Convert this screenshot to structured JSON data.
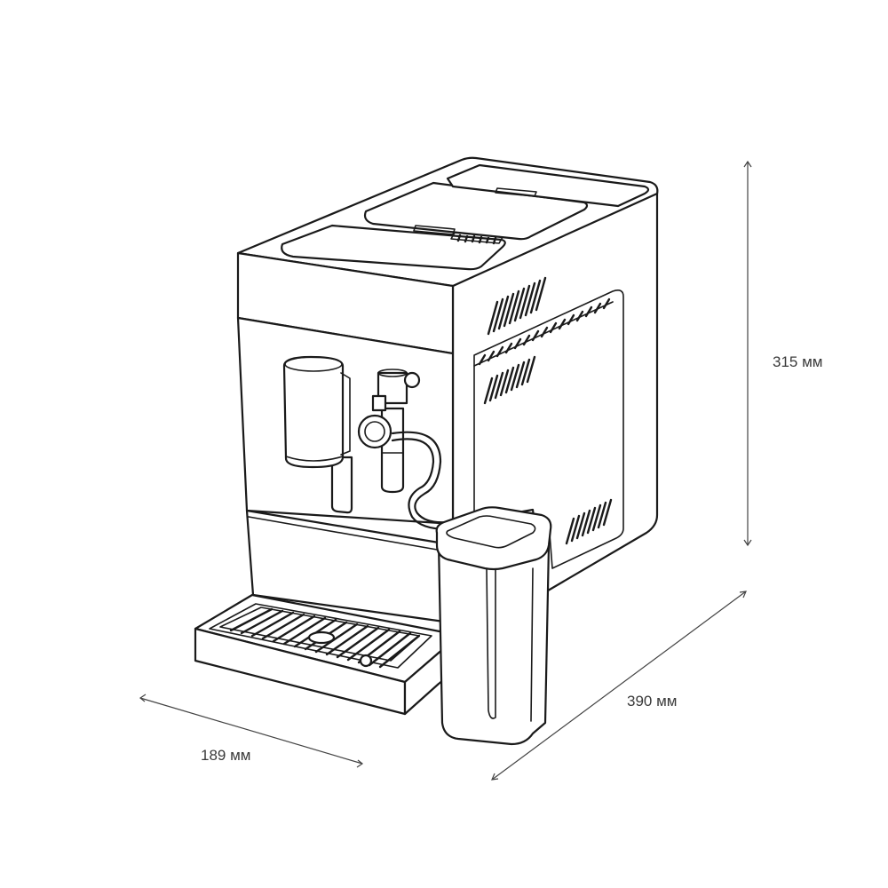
{
  "dimensions": {
    "height_label": "315 мм",
    "depth_label": "390 мм",
    "width_label": "189 мм"
  },
  "colors": {
    "line": "#1a1a1a",
    "dimension_line": "#444444",
    "background": "#ffffff"
  }
}
